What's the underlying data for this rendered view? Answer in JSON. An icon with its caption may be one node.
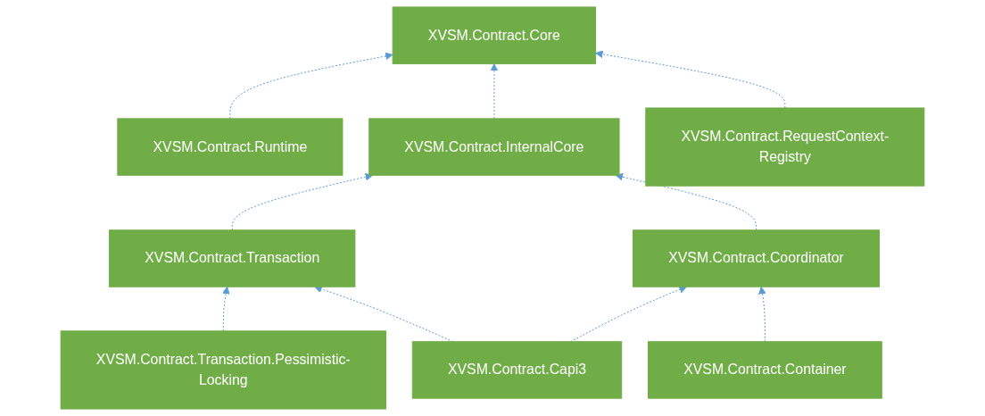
{
  "diagram": {
    "nodes": [
      {
        "text": [
          "XVSM.Contract.Core"
        ]
      },
      {
        "text": [
          "XVSM.Contract.Runtime"
        ]
      },
      {
        "text": [
          "XVSM.Contract.InternalCore"
        ]
      },
      {
        "text": [
          "XVSM.Contract.RequestContext-Registry"
        ]
      },
      {
        "text": [
          "XVSM.Contract.Transaction"
        ]
      },
      {
        "text": [
          "XVSM.Contract.Coordinator"
        ]
      },
      {
        "text": [
          "XVSM.Contract.Transaction.Pessimistic-Locking"
        ]
      },
      {
        "text": [
          "XVSM.Contract.Capi3"
        ]
      },
      {
        "text": [
          "XVSM.Contract.Container"
        ]
      }
    ],
    "edges": [
      {
        "from": 1,
        "to": 0,
        "arrow": "to",
        "style": "dashed"
      },
      {
        "from": 2,
        "to": 0,
        "arrow": "to",
        "style": "dashed"
      },
      {
        "from": 3,
        "to": 0,
        "arrow": "to",
        "style": "dashed"
      },
      {
        "from": 4,
        "to": 2,
        "arrow": "to",
        "style": "dashed"
      },
      {
        "from": 5,
        "to": 2,
        "arrow": "to",
        "style": "dashed"
      },
      {
        "from": 6,
        "to": 4,
        "arrow": "to",
        "style": "dashed"
      },
      {
        "from": 7,
        "to": 4,
        "arrow": "to",
        "style": "dashed"
      },
      {
        "from": 7,
        "to": 5,
        "arrow": "to",
        "style": "dashed"
      },
      {
        "from": 8,
        "to": 5,
        "arrow": "to",
        "style": "dashed"
      }
    ]
  }
}
